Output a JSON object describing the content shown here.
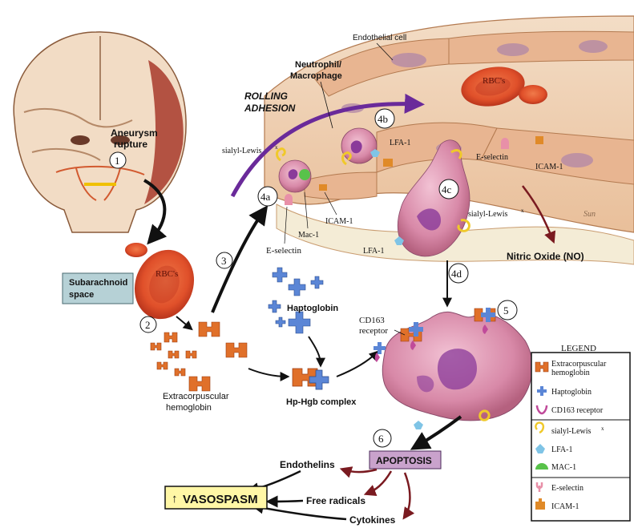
{
  "labels": {
    "endothelial_cell": "Endothelial cell",
    "neutrophil": "Neutrophil/",
    "macrophage": "Macrophage",
    "rolling": "ROLLING",
    "adhesion": "ADHESION",
    "rbcs_vessel": "RBC's",
    "rbcs_space": "RBC's",
    "aneurysm": "Aneurysm",
    "rupture": "rupture",
    "sialyl_1": "sialyl-Lewis",
    "sialyl_2": "sialyl-Lewis",
    "sup_x": "x",
    "lfa1_a": "LFA-1",
    "lfa1_b": "LFA-1",
    "e_selectin_a": "E-selectin",
    "e_selectin_b": "E-selectin",
    "mac1": "Mac-1",
    "icam1_a": "ICAM-1",
    "icam1_b": "ICAM-1",
    "nitric_oxide": "Nitric Oxide (NO)",
    "subarachnoid_1": "Subarachnoid",
    "subarachnoid_2": "space",
    "haptoglobin": "Haptoglobin",
    "cd163_1": "CD163",
    "cd163_2": "receptor",
    "extra_hb_1": "Extracorpuscular",
    "extra_hb_2": "hemoglobin",
    "hp_hgb": "Hp-Hgb complex",
    "apoptosis": "APOPTOSIS",
    "endothelins": "Endothelins",
    "free_radicals": "Free radicals",
    "cytokines": "Cytokines",
    "vasospasm": "VASOSPASM",
    "vasospasm_arrow": "↑",
    "signature": "Sun"
  },
  "steps": {
    "s1": "1",
    "s2": "2",
    "s3": "3",
    "s4a": "4a",
    "s4b": "4b",
    "s4c": "4c",
    "s4d": "4d",
    "s5": "5",
    "s6": "6"
  },
  "legend": {
    "title": "LEGEND",
    "items": [
      {
        "label_1": "Extracorpuscular",
        "label_2": "hemoglobin",
        "icon": "hemoglobin-icon",
        "color": "#e0702a"
      },
      {
        "label_1": "Haptoglobin",
        "label_2": "",
        "icon": "haptoglobin-icon",
        "color": "#5b86d6"
      },
      {
        "label_1": "CD163 receptor",
        "label_2": "",
        "icon": "cd163-icon",
        "color": "#c04a9a"
      },
      {
        "label_1": "sialyl-Lewis",
        "label_2": "x",
        "icon": "sialyl-icon",
        "color": "#f0c92a"
      },
      {
        "label_1": "LFA-1",
        "label_2": "",
        "icon": "lfa1-icon",
        "color": "#7fc4e6"
      },
      {
        "label_1": "MAC-1",
        "label_2": "",
        "icon": "mac1-icon",
        "color": "#58c24a"
      },
      {
        "label_1": "E-selectin",
        "label_2": "",
        "icon": "e-selectin-icon",
        "color": "#e890a8"
      },
      {
        "label_1": "ICAM-1",
        "label_2": "",
        "icon": "icam1-icon",
        "color": "#e08a28"
      }
    ]
  },
  "colors": {
    "vessel": "#e7b48f",
    "rbc": "#e04a2a",
    "cell": "#d889a8",
    "arrow_dark": "#111111",
    "arrow_red": "#7a1a20",
    "rolling_arrow": "#6a2a9a",
    "apoptosis_box": "#c9a2cc",
    "subarachnoid_box": "#b6d1d6"
  }
}
